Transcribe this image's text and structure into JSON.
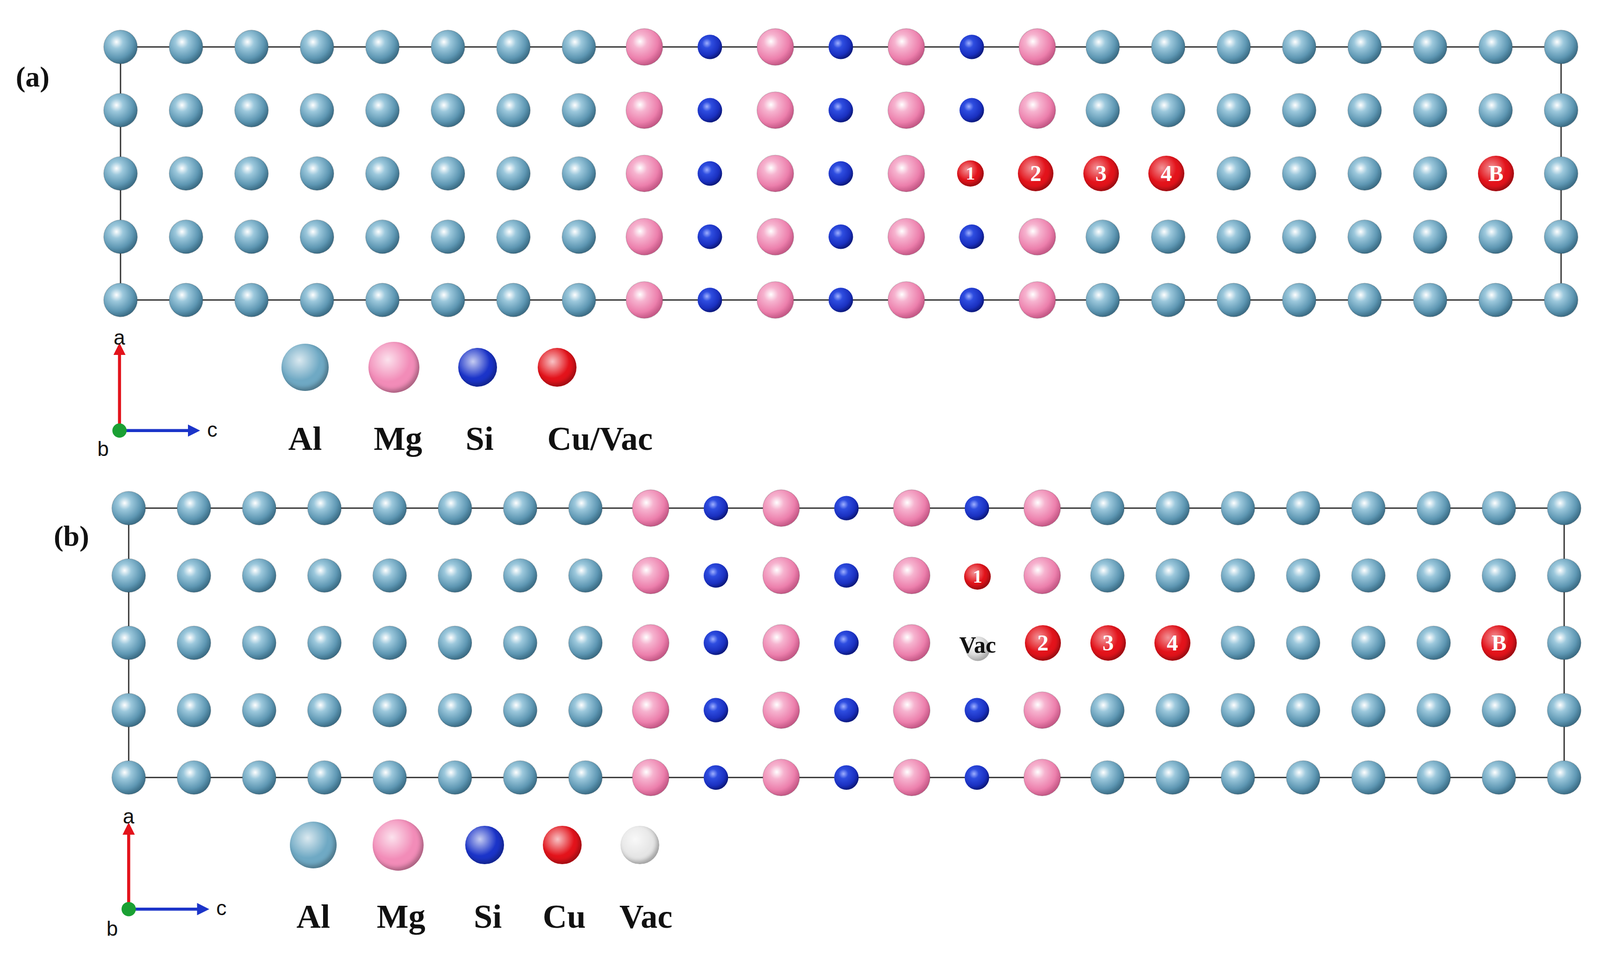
{
  "diagram": {
    "nodes": [
      {
        "text": [
          "1"
        ]
      },
      {
        "text": [
          "2"
        ]
      },
      {
        "text": [
          "3"
        ]
      },
      {
        "text": [
          "4"
        ]
      },
      {
        "text": [
          "B"
        ]
      },
      {
        "text": [
          "1"
        ]
      },
      {
        "text": [
          "Vac"
        ]
      },
      {
        "text": [
          "2"
        ]
      },
      {
        "text": [
          "3"
        ]
      },
      {
        "text": [
          "4"
        ]
      },
      {
        "text": [
          "B"
        ]
      }
    ],
    "labels": [
      "(a)",
      "a",
      "b",
      "c",
      "(b)",
      "a",
      "b",
      "c"
    ],
    "legend": [
      {
        "text": "Al",
        "color": "#6fa9c4"
      },
      {
        "text": "Mg",
        "color": "#f28cb8"
      },
      {
        "text": "Si",
        "color": "#1b34c9"
      },
      {
        "text": "Cu/Vac",
        "color": "#e3131b"
      },
      {
        "text": "Al",
        "color": "#6fa9c4"
      },
      {
        "text": "Mg",
        "color": "#f28cb8"
      },
      {
        "text": "Si",
        "color": "#1b34c9"
      },
      {
        "text": "Cu",
        "color": "#e3131b"
      },
      {
        "text": "Vac",
        "color": "#e6e6e6"
      }
    ]
  }
}
